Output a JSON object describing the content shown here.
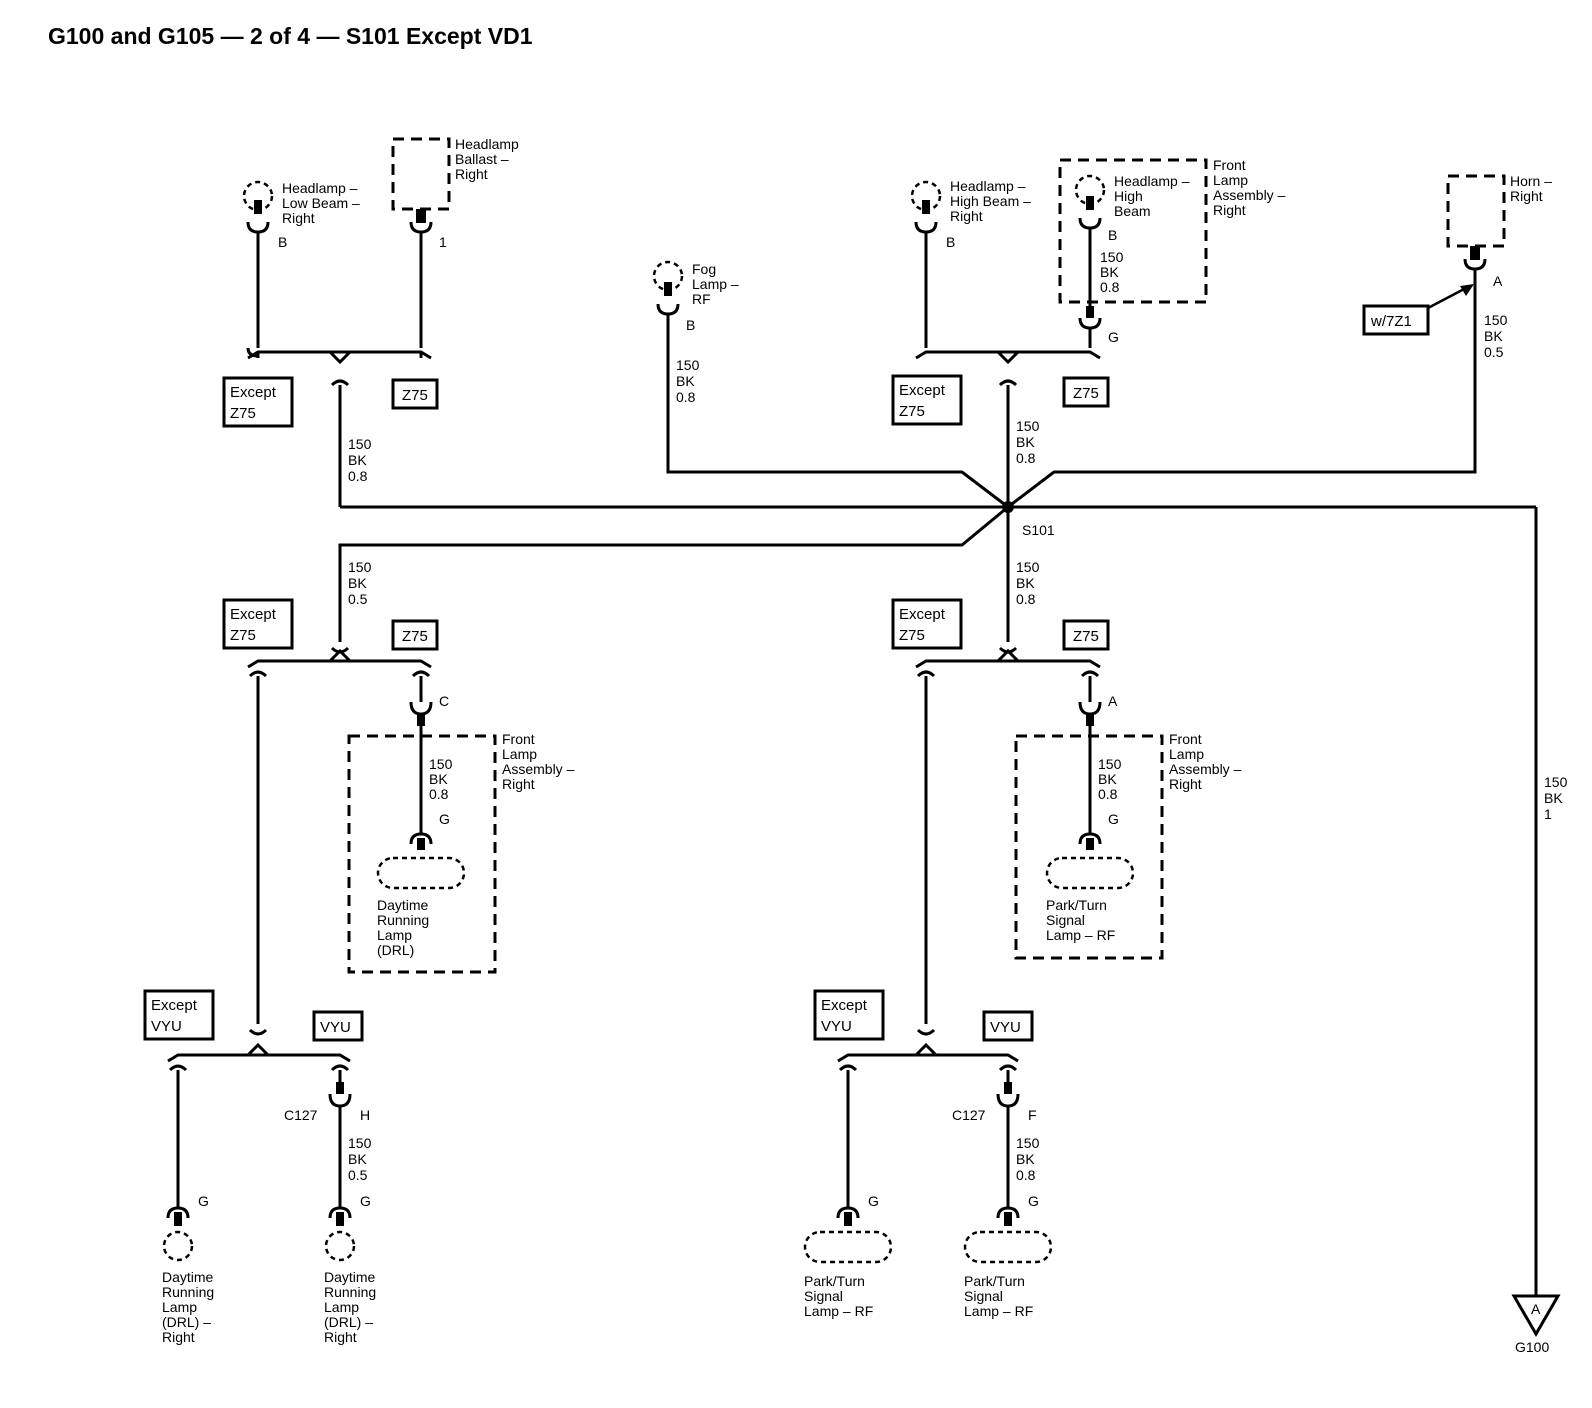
{
  "title": "G100 and G105 — 2 of 4 — S101 Except VD1",
  "components": {
    "hl_low": [
      "Headlamp –",
      "Low Beam –",
      "Right"
    ],
    "hl_ballast": [
      "Headlamp",
      "Ballast –",
      "Right"
    ],
    "fog": [
      "Fog",
      "Lamp –",
      "RF"
    ],
    "hl_high": [
      "Headlamp –",
      "High Beam –",
      "Right"
    ],
    "hl_high_inner": [
      "Headlamp –",
      "High",
      "Beam"
    ],
    "front_lamp_top": [
      "Front",
      "Lamp",
      "Assembly –",
      "Right"
    ],
    "horn": [
      "Horn –",
      "Right"
    ],
    "front_lamp_mid_left": [
      "Front",
      "Lamp",
      "Assembly –",
      "Right"
    ],
    "front_lamp_mid_right": [
      "Front",
      "Lamp",
      "Assembly –",
      "Right"
    ],
    "drl_inner": [
      "Daytime",
      "Running",
      "Lamp",
      "(DRL)"
    ],
    "park_inner": [
      "Park/Turn",
      "Signal",
      "Lamp – RF"
    ],
    "drl_bl1": [
      "Daytime",
      "Running",
      "Lamp",
      "(DRL) –",
      "Right"
    ],
    "drl_bl2": [
      "Daytime",
      "Running",
      "Lamp",
      "(DRL) –",
      "Right"
    ],
    "park_br1": [
      "Park/Turn",
      "Signal",
      "Lamp – RF"
    ],
    "park_br2": [
      "Park/Turn",
      "Signal",
      "Lamp – RF"
    ]
  },
  "options": {
    "except_z75": [
      "Except",
      "Z75"
    ],
    "z75": "Z75",
    "except_vyu": [
      "Except",
      "VYU"
    ],
    "vyu": "VYU",
    "w7z1": "w/7Z1"
  },
  "wires": {
    "w150_08": [
      "150",
      "BK",
      "0.8"
    ],
    "w150_05": [
      "150",
      "BK",
      "0.5"
    ],
    "w150_1": [
      "150",
      "BK",
      "1"
    ]
  },
  "pins": {
    "B": "B",
    "one": "1",
    "G": "G",
    "A": "A",
    "C": "C",
    "H": "H",
    "F": "F"
  },
  "connectors": {
    "c127": "C127"
  },
  "splice": "S101",
  "ground": {
    "symbol": "A",
    "name": "G100"
  }
}
